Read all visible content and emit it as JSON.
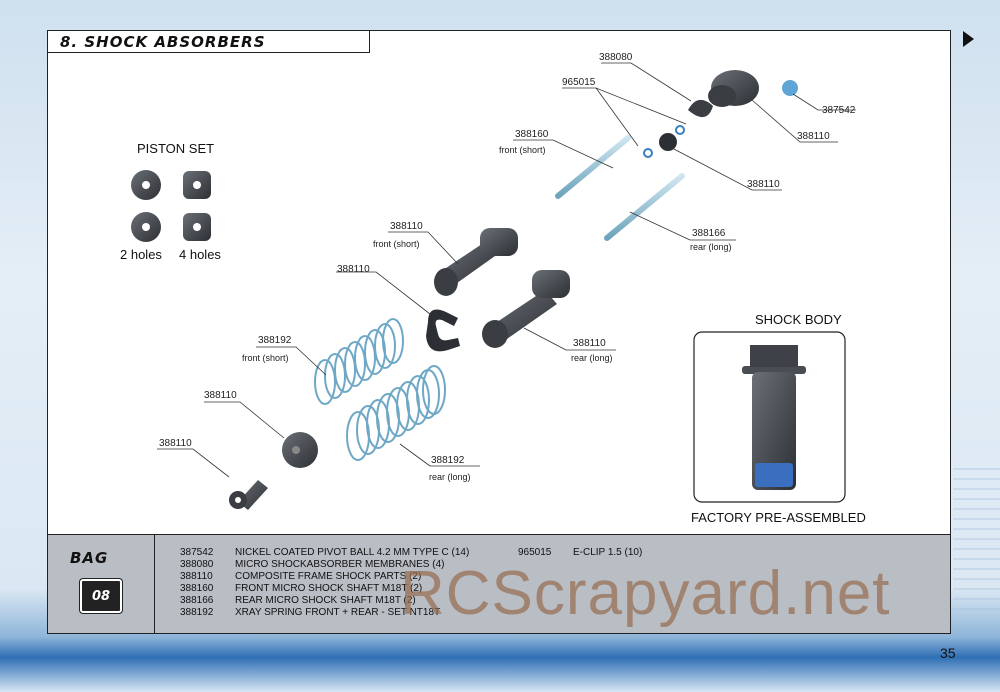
{
  "section_title": "8. SHOCK ABSORBERS",
  "page_number": "35",
  "piston_set": {
    "title": "PISTON SET",
    "label_2": "2 holes",
    "label_4": "4 holes"
  },
  "shock_body": {
    "title": "SHOCK BODY",
    "caption": "FACTORY PRE-ASSEMBLED"
  },
  "callouts": {
    "c388080": "388080",
    "c965015": "965015",
    "c387542": "387542",
    "c388160": "388160",
    "c388160_sub": "front (short)",
    "c388110_top_right": "388110",
    "c388110_mid_right": "388110",
    "c388166": "388166",
    "c388166_sub": "rear (long)",
    "c388110_front": "388110",
    "c388110_front_sub": "front (short)",
    "c388110_clip": "388110",
    "c388192_front": "388192",
    "c388192_front_sub": "front (short)",
    "c388110_rear": "388110",
    "c388110_rear_sub": "rear (long)",
    "c388110_cap": "388110",
    "c388110_end": "388110",
    "c388192_rear": "388192",
    "c388192_rear_sub": "rear (long)"
  },
  "bag": {
    "label": "BAG",
    "number": "08"
  },
  "parts_list": [
    {
      "num": "387542",
      "desc": "NICKEL COATED PIVOT BALL 4.2 MM TYPE C (14)"
    },
    {
      "num": "388080",
      "desc": "MICRO SHOCKABSORBER MEMBRANES (4)"
    },
    {
      "num": "388110",
      "desc": "COMPOSITE FRAME SHOCK PARTS (2)"
    },
    {
      "num": "388160",
      "desc": "FRONT MICRO SHOCK SHAFT M18T (2)"
    },
    {
      "num": "388166",
      "desc": "REAR MICRO SHOCK SHAFT M18T (2)"
    },
    {
      "num": "388192",
      "desc": "XRAY SPRING FRONT + REAR - SET NT18T"
    }
  ],
  "parts_list_2": [
    {
      "num": "965015",
      "desc": "E-CLIP 1.5  (10)"
    }
  ],
  "watermark": "RCScrapyard.net"
}
